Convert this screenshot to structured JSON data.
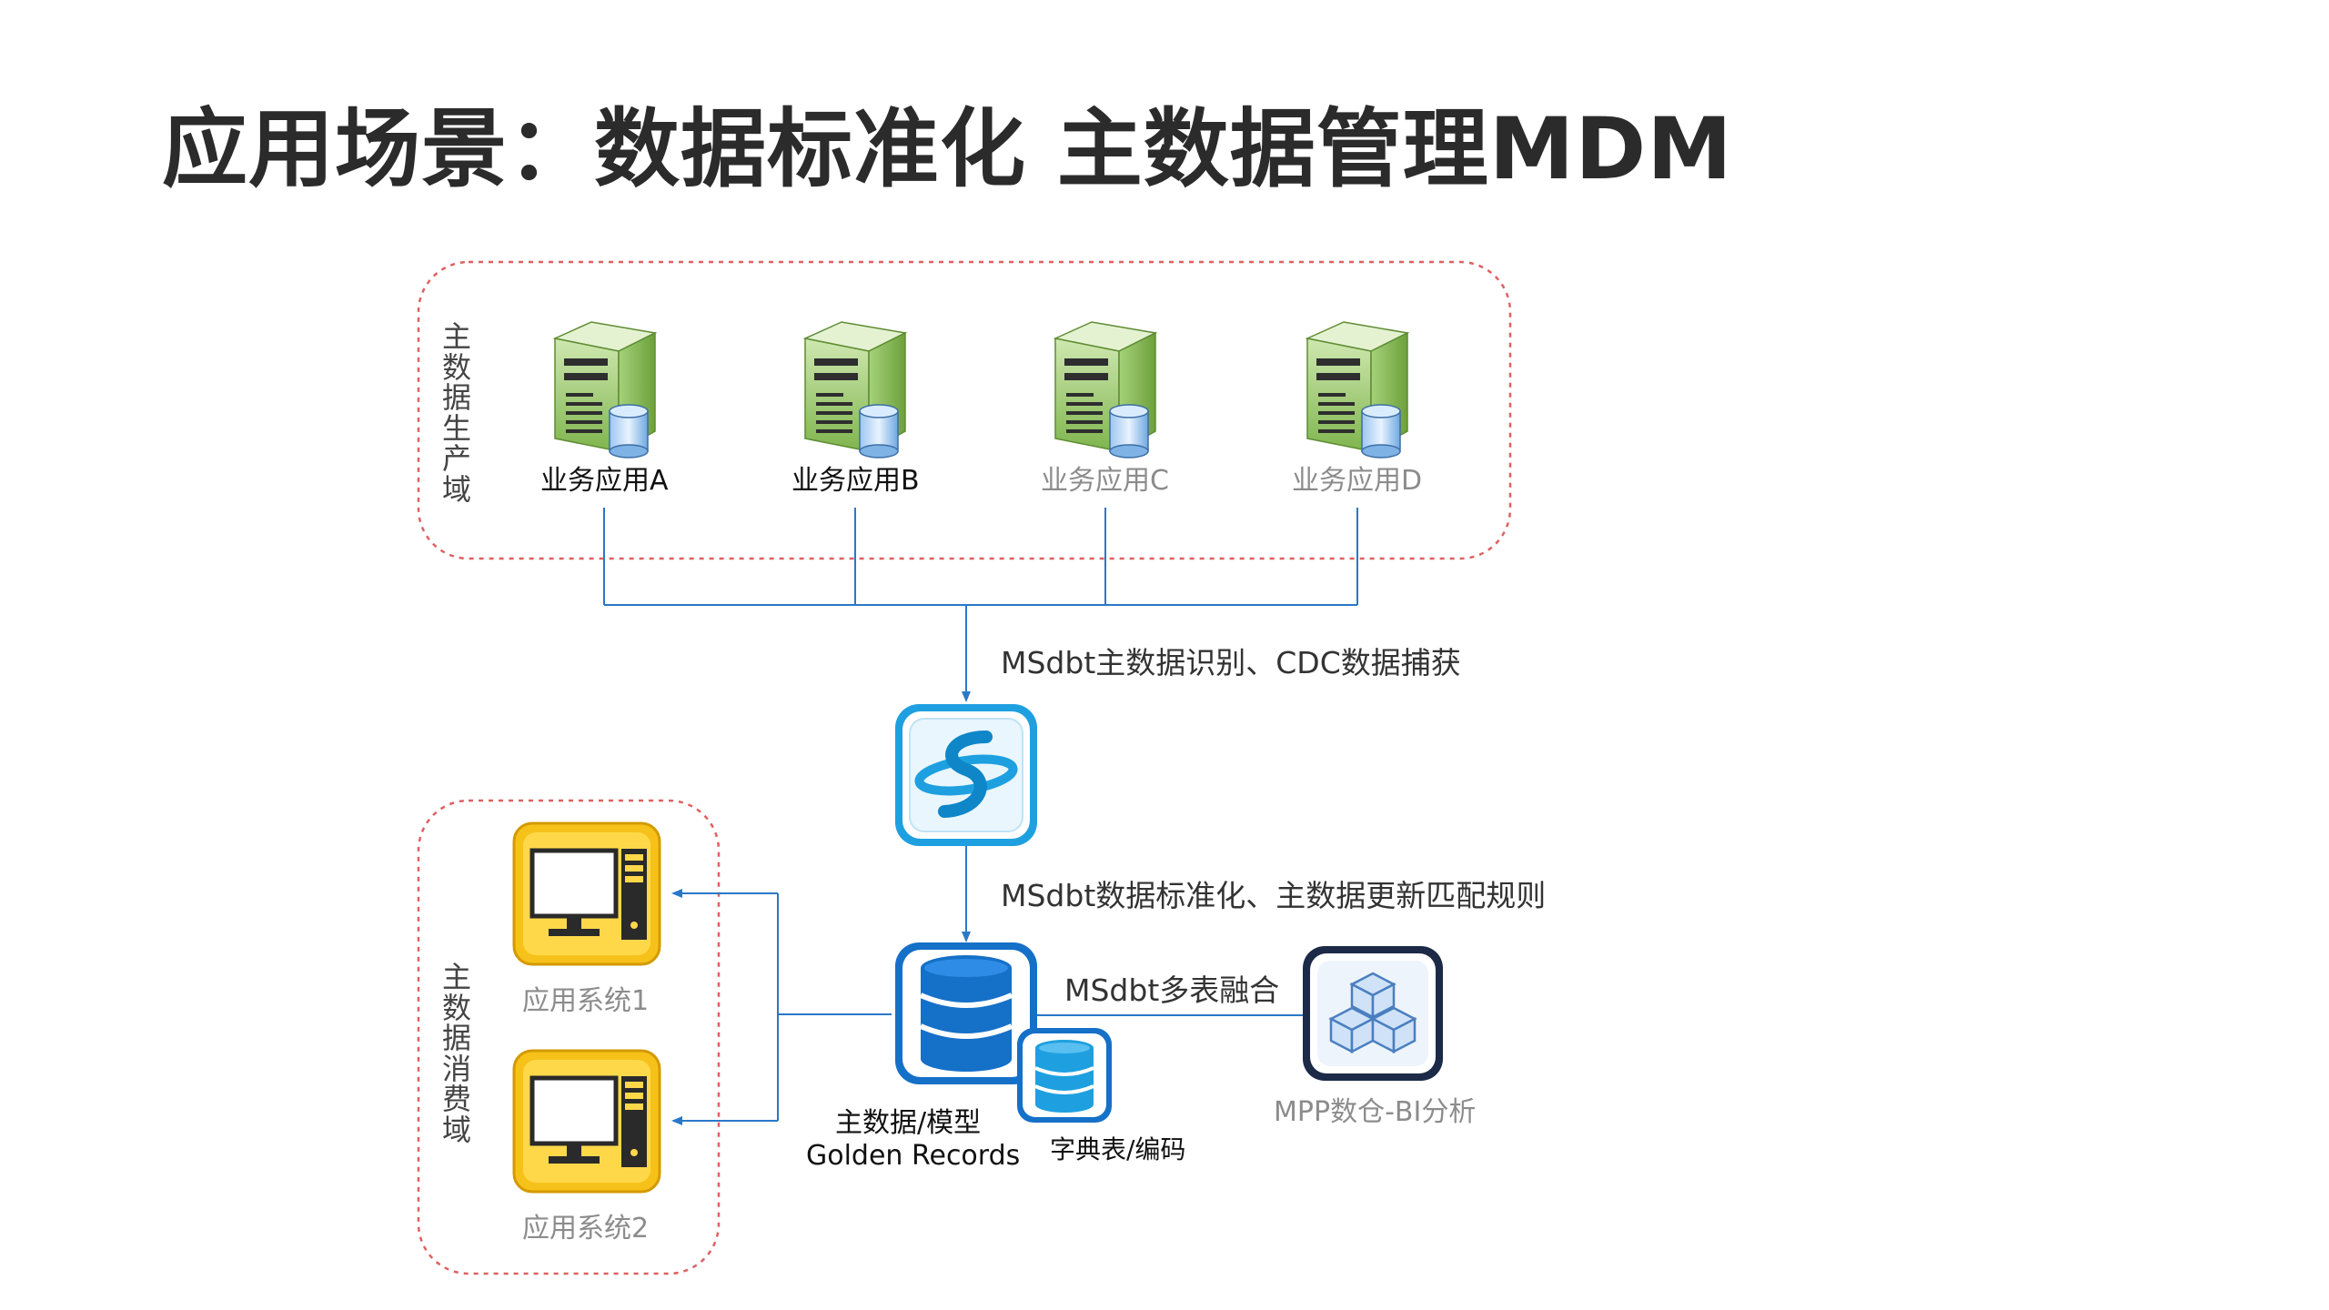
{
  "title": "应用场景：数据标准化 主数据管理MDM",
  "producer_domain": {
    "label": "主数据生产域",
    "apps": [
      "业务应用A",
      "业务应用B",
      "业务应用C",
      "业务应用D"
    ]
  },
  "consumer_domain": {
    "label": "主数据消费域",
    "systems": [
      "应用系统1",
      "应用系统2"
    ]
  },
  "steps": {
    "identify": "MSdbt主数据识别、CDC数据捕获",
    "standardize": "MSdbt数据标准化、主数据更新匹配规则",
    "merge": "MSdbt多表融合"
  },
  "master_db": {
    "line1": "主数据/模型",
    "line2": "Golden Records"
  },
  "dict_db": "字典表/编码",
  "mpp": "MPP数仓-BI分析",
  "colors": {
    "dash_red": "#e06060",
    "line_blue": "#2a78c8",
    "server_green": "#8cc060",
    "pc_yellow": "#f6c21a",
    "db_blue": "#1570c8",
    "hub_blue": "#1ea0e0"
  }
}
